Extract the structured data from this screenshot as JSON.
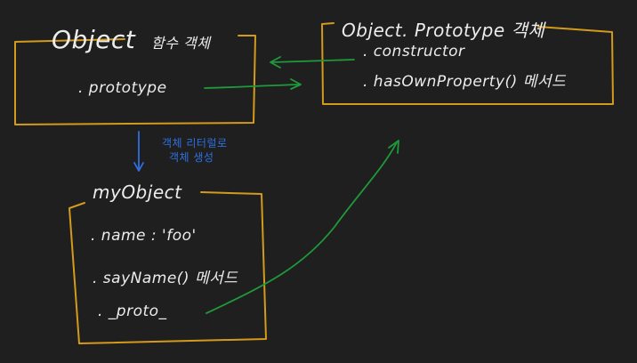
{
  "object_box": {
    "title": "Object",
    "subtitle": "함수 객체",
    "item": ". prototype"
  },
  "prototype_box": {
    "title": "Object. Prototype 객체",
    "items": [
      ". constructor",
      ". hasOwnProperty() 메서드"
    ]
  },
  "myobject_box": {
    "title": "myObject",
    "items": [
      ". name : 'foo'",
      ". sayName() 메서드",
      ". _proto_"
    ]
  },
  "annotation": {
    "line1": "객체 리터럴로",
    "line2": "객체 생성"
  },
  "colors": {
    "background": "#1f1f1f",
    "box_border": "#d39a1c",
    "text": "#ececec",
    "green_arrow": "#1f9a3a",
    "blue_arrow": "#2f6fe0"
  }
}
